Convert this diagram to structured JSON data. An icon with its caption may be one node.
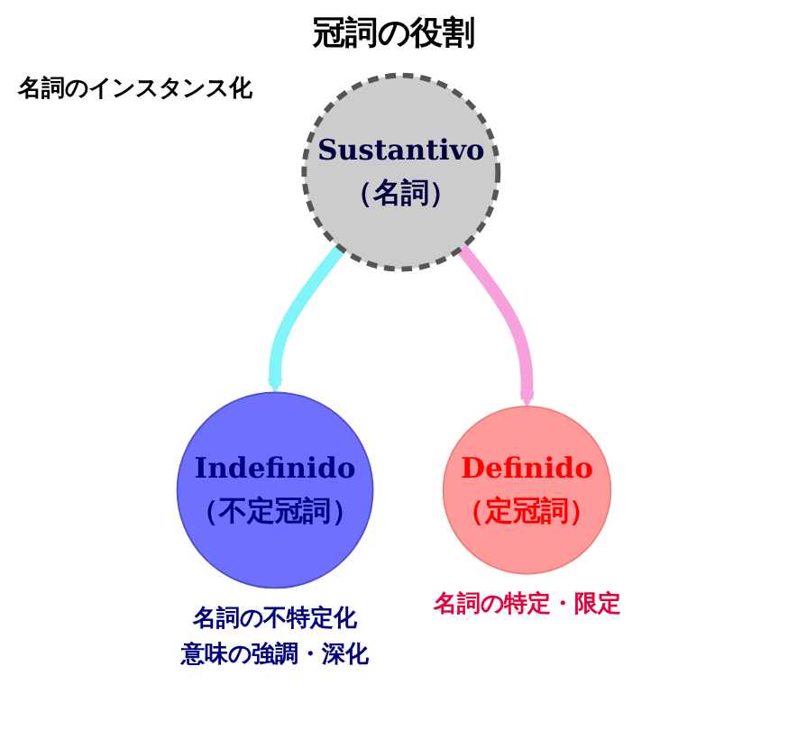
{
  "diagram": {
    "title": "冠詞の役割",
    "nodes": [
      {
        "text": [
          "Indefinido",
          "（不定冠詞）"
        ],
        "beside": [
          "名詞の不特定化",
          "意味の強調・深化"
        ]
      },
      {
        "text": [
          "Sustantivo",
          "（名詞）"
        ]
      },
      {
        "text": [
          "Definido",
          "（定冠詞）"
        ],
        "beside": [
          "名詞の特定・限定"
        ]
      }
    ],
    "edges": [
      {
        "from": 1,
        "to": 0,
        "arrow": "to",
        "color": "#80f4f8"
      },
      {
        "from": 1,
        "to": 2,
        "arrow": "to",
        "color": "#f8a0dc"
      }
    ],
    "labels": [
      "名詞のインスタンス化"
    ]
  }
}
